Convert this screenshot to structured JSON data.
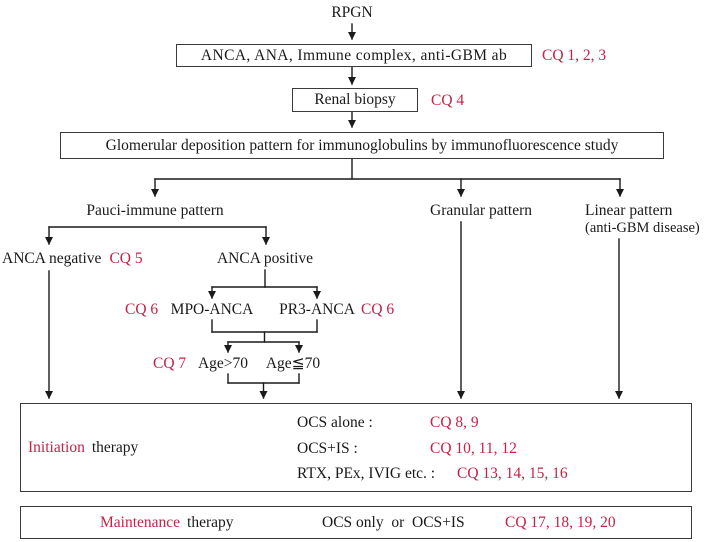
{
  "palette": {
    "red": "#c62248",
    "ink": "#1a1a1a",
    "line": "#3a3a3a"
  },
  "nodes": {
    "rpgn": "RPGN",
    "tests_box": "ANCA, ANA, Immune complex, anti-GBM ab",
    "tests_cq": "CQ 1, 2, 3",
    "biopsy_box": "Renal biopsy",
    "biopsy_cq": "CQ 4",
    "deposition_box": "Glomerular deposition pattern for immunoglobulins by immunofluorescence study",
    "pauci_immune": "Pauci-immune pattern",
    "granular": "Granular pattern",
    "linear_line1": "Linear pattern",
    "linear_line2": "(anti-GBM disease)",
    "anca_negative": "ANCA negative",
    "anca_negative_cq": "CQ 5",
    "anca_positive": "ANCA positive",
    "mpo_cq": "CQ 6",
    "mpo": "MPO-ANCA",
    "pr3": "PR3-ANCA",
    "pr3_cq": "CQ 6",
    "age_cq": "CQ 7",
    "age_over_70": "Age>70",
    "age_under_70": "Age≦70"
  },
  "initiation": {
    "label_red": "Initiation",
    "label_black": "therapy",
    "rows": [
      {
        "treatment": "OCS alone :",
        "cq": "CQ 8, 9"
      },
      {
        "treatment": "OCS+IS :",
        "cq": "CQ 10, 11, 12"
      },
      {
        "treatment": "RTX, PEx, IVIG etc. :",
        "cq": "CQ 13, 14, 15, 16"
      }
    ]
  },
  "maintenance": {
    "label_red": "Maintenance",
    "label_black": "therapy",
    "options": "OCS only  or  OCS+IS",
    "cq": "CQ 17, 18, 19, 20"
  }
}
